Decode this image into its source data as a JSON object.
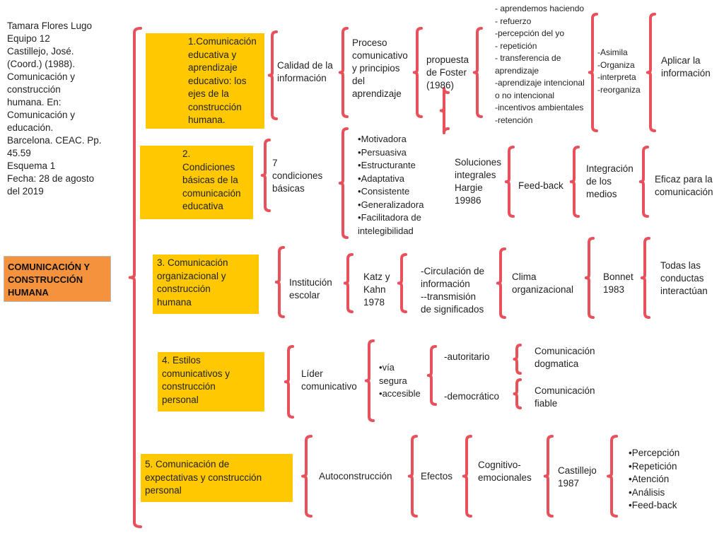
{
  "citation": "Tamara Flores Lugo\nEquipo 12\nCastillejo, José.\n(Coord.) (1988).\nComunicación y\nconstrucción\nhumana. En:\nComunicación y\neducación.\nBarcelona. CEAC. Pp.\n45.59\nEsquema 1\nFecha: 28 de agosto\ndel 2019",
  "central_topic": "COMUNICACIÓN Y\nCONSTRUCCIÓN\nHUMANA",
  "colors": {
    "bracket": "#E8505B",
    "box": "#FFC800",
    "central": "#F5923E"
  },
  "branch1": {
    "title": "1.Comunicación\neducativa y\naprendizaje\neducativo: los\nejes de la\nconstrucción\nhumana.",
    "calidad": "Calidad de la\ninformación",
    "proceso": "Proceso\ncomunicativo\ny principios\ndel\naprendizaje",
    "propuesta": "propuesta\nde Foster\n(1986)",
    "principios": "- aprendemos haciendo\n- refuerzo\n-percepción del yo\n- repetición\n- transferencia de\naprendizaje\n-aprendizaje intencional\no no intencional\n-incentivos ambientales\n-retención",
    "asimila": "-Asimila\n-Organiza\n-interpreta\n-reorganiza",
    "aplicar": "Aplicar  la\ninformación"
  },
  "branch2": {
    "title": "2.\nCondiciones\nbásicas de la\ncomunicación\neducativa",
    "siete": "7\ncondiciones\nbásicas",
    "conditions": [
      "Motivadora",
      "Persuasiva",
      "Estructurante",
      "Adaptativa",
      "Consistente",
      "Generalizadora",
      "Facilitadora de\nintelegibilidad"
    ],
    "soluciones": "Soluciones\nintegrales\nHargie\n19986",
    "feedback": "Feed-back",
    "integracion": "Integración\nde los\nmedios",
    "eficaz": "Eficaz para la\ncomunicación"
  },
  "branch3": {
    "title": "3.  Comunicación\norganizacional y\nconstrucción\nhumana",
    "institucion": "Institución\nescolar",
    "katz": "Katz y\nKahn\n1978",
    "circulacion": "-Circulación de\ninformación\n--transmisión\nde significados",
    "clima": "Clima\norganizacional",
    "bonnet": "Bonnet\n1983",
    "todas": "Todas las\nconductas\ninteractúan"
  },
  "branch4": {
    "title": "4. Estilos\ncomunicativos y\nconstrucción\npersonal",
    "lider": "Líder\ncomunicativo",
    "via": [
      "vía\nsegura",
      "accesible"
    ],
    "autoritario": "-autoritario",
    "democratico": "-democrático",
    "dogmatica": "Comunicación\ndogmatica",
    "fiable": "Comunicación\nfiable"
  },
  "branch5": {
    "title": "5. Comunicación de\nexpectativas y construcción\npersonal",
    "auto": "Autoconstrucción",
    "efectos": "Efectos",
    "cognitivo": "Cognitivo-\nemocionales",
    "castillejo": "Castillejo\n1987",
    "items": [
      "Percepción",
      "Repetición",
      "Atención",
      "Análisis",
      "Feed-back"
    ]
  }
}
